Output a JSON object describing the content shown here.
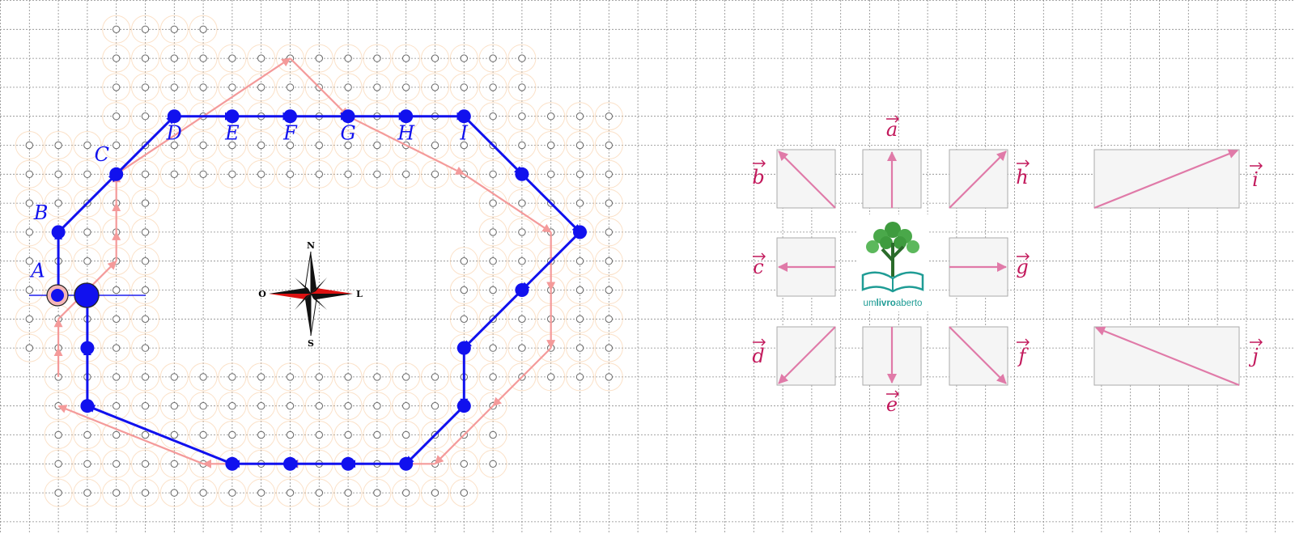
{
  "colors": {
    "path": "#1111ee",
    "ghost_path": "#f49a9a",
    "vector": "#e07aa8",
    "vector_label": "#c2185b",
    "grid": "#8a8a8a",
    "dot_ring": "#f7c89a",
    "logo_green": "#3e9b3e",
    "logo_teal": "#1f9c95",
    "compass_red": "#dd1111"
  },
  "point_labels": [
    "A",
    "B",
    "C",
    "D",
    "E",
    "F",
    "G",
    "H",
    "I"
  ],
  "compass": {
    "north": "N",
    "south": "S",
    "west": "O",
    "east": "L"
  },
  "vectors": [
    {
      "name": "a",
      "icon": "arrow-up"
    },
    {
      "name": "b",
      "icon": "arrow-up-left"
    },
    {
      "name": "c",
      "icon": "arrow-left"
    },
    {
      "name": "d",
      "icon": "arrow-down-left"
    },
    {
      "name": "e",
      "icon": "arrow-down"
    },
    {
      "name": "f",
      "icon": "arrow-down-right"
    },
    {
      "name": "g",
      "icon": "arrow-right"
    },
    {
      "name": "h",
      "icon": "arrow-up-right"
    },
    {
      "name": "i",
      "icon": "arrow-long-up-right"
    },
    {
      "name": "j",
      "icon": "arrow-long-up-left"
    }
  ],
  "logo": {
    "part1": "um",
    "part2": "livro",
    "part3": "aberto",
    "icon": "tree-book-icon"
  }
}
